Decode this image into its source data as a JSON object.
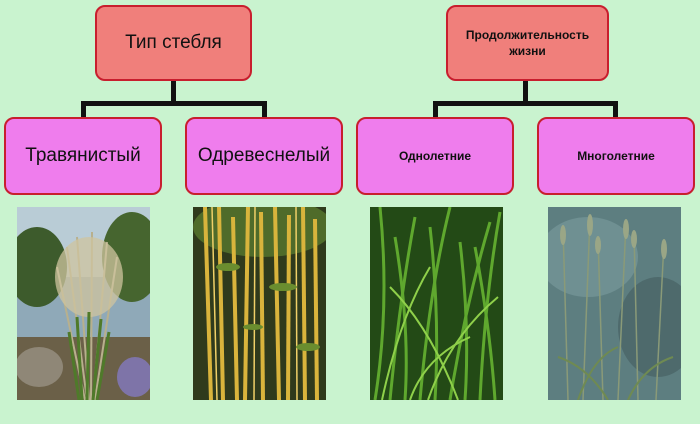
{
  "groups": [
    {
      "title": "Тип стебля",
      "children": [
        "Травянистый",
        "Одревеснелый"
      ]
    },
    {
      "title": "Продолжительность жизни",
      "children": [
        "Однолетние",
        "Многолетние"
      ]
    }
  ],
  "photos": [
    {
      "icon": "ornamental-grass-photo"
    },
    {
      "icon": "bamboo-stems-photo"
    },
    {
      "icon": "green-grass-photo"
    },
    {
      "icon": "perennial-grass-photo"
    }
  ],
  "colors": {
    "background": "#c9f3cf",
    "root_fill": "#f07f7b",
    "child_fill": "#ef7ded",
    "border": "#c81e2e",
    "connector": "#111111"
  }
}
